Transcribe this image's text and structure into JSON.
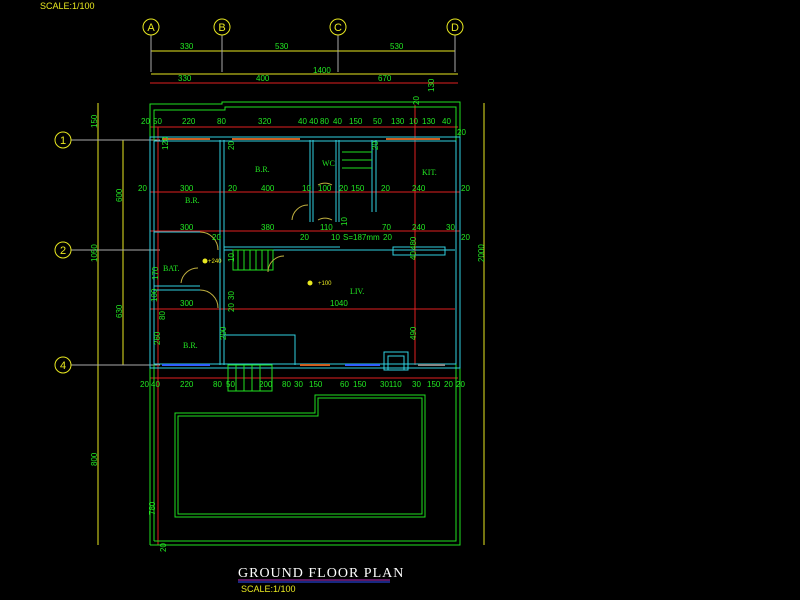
{
  "title": "GROUND FLOOR PLAN",
  "scale_label": "SCALE:1/100",
  "scale_label_top": "SCALE:1/100",
  "grid_columns": [
    "A",
    "B",
    "C",
    "D"
  ],
  "grid_rows": [
    "1",
    "2",
    "4"
  ],
  "top_dims_axes": [
    "330",
    "530",
    "530"
  ],
  "top_total": "1400",
  "top_dims_rooms": [
    "330",
    "400",
    "670"
  ],
  "top_right_dims": [
    "130",
    "20"
  ],
  "top_wall_dims": [
    "20",
    "50",
    "220",
    "80",
    "320",
    "40 40",
    "80",
    "40",
    "150",
    "50",
    "130",
    "10",
    "130",
    "40",
    "20"
  ],
  "left_dims": [
    "150",
    "1050",
    "800"
  ],
  "left_axis_dims": [
    "600",
    "630"
  ],
  "right_total": "2000",
  "rooms": [
    "B.R.",
    "B.R.",
    "WC",
    "KIT.",
    "BAT.",
    "LIV.",
    "B.R."
  ],
  "row_a_dims": [
    "20",
    "300",
    "20",
    "400",
    "10",
    "100",
    "20",
    "150",
    "20",
    "240",
    "20"
  ],
  "row_b_dims": [
    "300",
    "380",
    "110",
    "70",
    "240",
    "30"
  ],
  "row_c_dims": [
    "20",
    "20",
    "10",
    "S=187mm",
    "20",
    "20"
  ],
  "row_d_dims": [
    "300",
    "1040"
  ],
  "bottom_dims": [
    "20",
    "40",
    "220",
    "80",
    "50",
    "200",
    "80",
    "30",
    "150",
    "60",
    "150",
    "30110",
    "30",
    "150",
    "20",
    "20"
  ],
  "vertical_dims": [
    "120",
    "20",
    "20",
    "170",
    "30",
    "100",
    "20",
    "10",
    "80",
    "260",
    "200",
    "490",
    "480",
    "40",
    "10",
    "780",
    "20"
  ],
  "levels": [
    "+240",
    "+100"
  ],
  "colors": {
    "wall": "#30d0e0",
    "outline": "#20e020",
    "axis": "#e8e820",
    "dim_line": "#e02020",
    "title_underline": "#c030c0"
  }
}
